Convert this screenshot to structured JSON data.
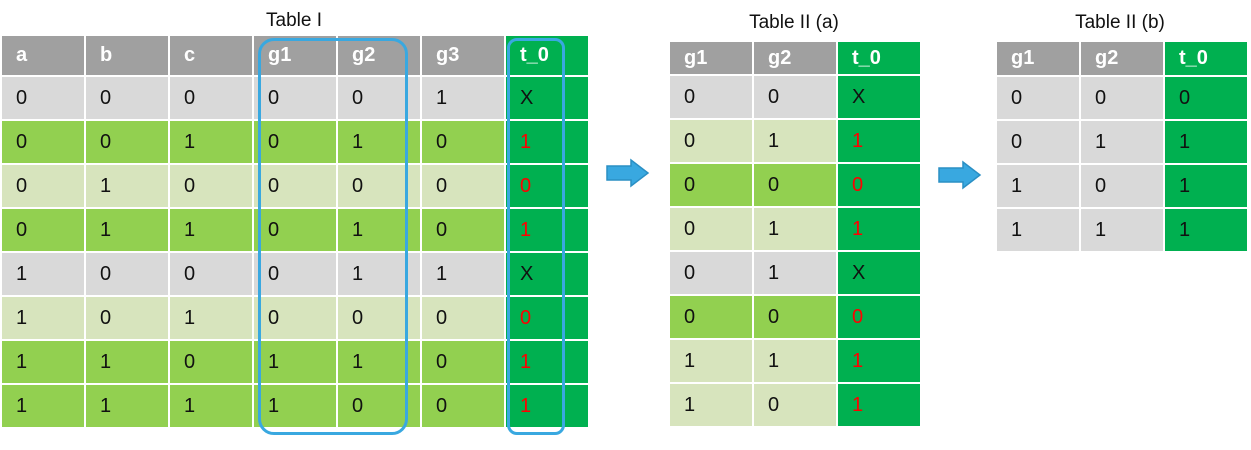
{
  "tables": [
    {
      "id": "t1",
      "caption": "Table I",
      "headers": [
        "a",
        "b",
        "c",
        "g1",
        "g2",
        "g3",
        "t_0"
      ],
      "rows": [
        {
          "shade": "gray",
          "cells": [
            "0",
            "0",
            "0",
            "0",
            "0",
            "1",
            "X"
          ]
        },
        {
          "shade": "mid",
          "cells": [
            "0",
            "0",
            "1",
            "0",
            "1",
            "0",
            "1"
          ]
        },
        {
          "shade": "light",
          "cells": [
            "0",
            "1",
            "0",
            "0",
            "0",
            "0",
            "0"
          ]
        },
        {
          "shade": "mid",
          "cells": [
            "0",
            "1",
            "1",
            "0",
            "1",
            "0",
            "1"
          ]
        },
        {
          "shade": "gray",
          "cells": [
            "1",
            "0",
            "0",
            "0",
            "1",
            "1",
            "X"
          ]
        },
        {
          "shade": "light",
          "cells": [
            "1",
            "0",
            "1",
            "0",
            "0",
            "0",
            "0"
          ]
        },
        {
          "shade": "mid",
          "cells": [
            "1",
            "1",
            "0",
            "1",
            "1",
            "0",
            "1"
          ]
        },
        {
          "shade": "mid",
          "cells": [
            "1",
            "1",
            "1",
            "1",
            "0",
            "0",
            "1"
          ]
        }
      ]
    },
    {
      "id": "t2",
      "caption": "Table II (a)",
      "headers": [
        "g1",
        "g2",
        "t_0"
      ],
      "rows": [
        {
          "shade": "gray",
          "cells": [
            "0",
            "0",
            "X"
          ]
        },
        {
          "shade": "light",
          "cells": [
            "0",
            "1",
            "1"
          ]
        },
        {
          "shade": "mid",
          "cells": [
            "0",
            "0",
            "0"
          ]
        },
        {
          "shade": "light",
          "cells": [
            "0",
            "1",
            "1"
          ]
        },
        {
          "shade": "gray",
          "cells": [
            "0",
            "1",
            "X"
          ]
        },
        {
          "shade": "mid",
          "cells": [
            "0",
            "0",
            "0"
          ]
        },
        {
          "shade": "light",
          "cells": [
            "1",
            "1",
            "1"
          ]
        },
        {
          "shade": "light",
          "cells": [
            "1",
            "0",
            "1"
          ]
        }
      ]
    },
    {
      "id": "t3",
      "caption": "Table II (b)",
      "headers": [
        "g1",
        "g2",
        "t_0"
      ],
      "rows": [
        {
          "shade": "gray",
          "cells": [
            "0",
            "0",
            "0"
          ]
        },
        {
          "shade": "gray",
          "cells": [
            "0",
            "1",
            "1"
          ]
        },
        {
          "shade": "gray",
          "cells": [
            "1",
            "0",
            "1"
          ]
        },
        {
          "shade": "gray",
          "cells": [
            "1",
            "1",
            "1"
          ]
        }
      ]
    }
  ],
  "colors": {
    "header_gray": "#a0a0a0",
    "target_green": "#00b050",
    "row_gray": "#d9d9d9",
    "row_mid_green": "#92d050",
    "row_light_green": "#d7e4bd",
    "highlight_blue": "#39a8e0",
    "arrow_blue": "#39a8e0",
    "red_value": "#ff0000"
  },
  "icons": [
    "right-arrow-icon",
    "right-arrow-icon"
  ]
}
